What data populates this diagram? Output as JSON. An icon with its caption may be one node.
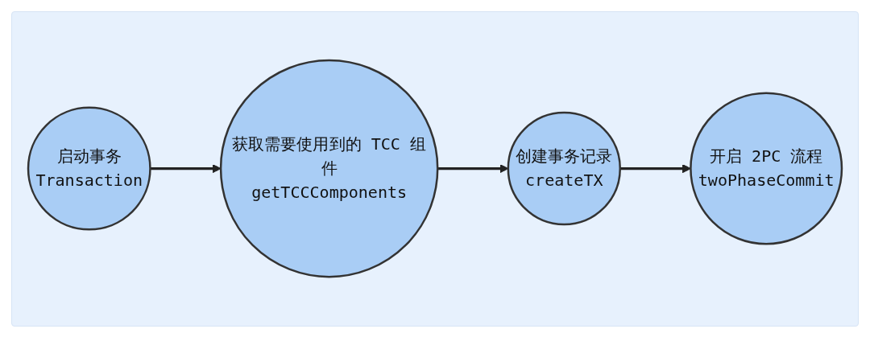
{
  "diagram": {
    "nodes": [
      {
        "text": [
          "启动事务",
          "Transaction"
        ]
      },
      {
        "text": [
          "获取需要使用到的 TCC 组件",
          "getTCCComponents"
        ]
      },
      {
        "text": [
          "创建事务记录",
          "createTX"
        ]
      },
      {
        "text": [
          "开启 2PC 流程",
          "twoPhaseCommit"
        ]
      }
    ],
    "edges": [
      {
        "from": 0,
        "to": 1,
        "arrow": "to"
      },
      {
        "from": 1,
        "to": 2,
        "arrow": "to"
      },
      {
        "from": 2,
        "to": 3,
        "arrow": "to"
      }
    ]
  }
}
